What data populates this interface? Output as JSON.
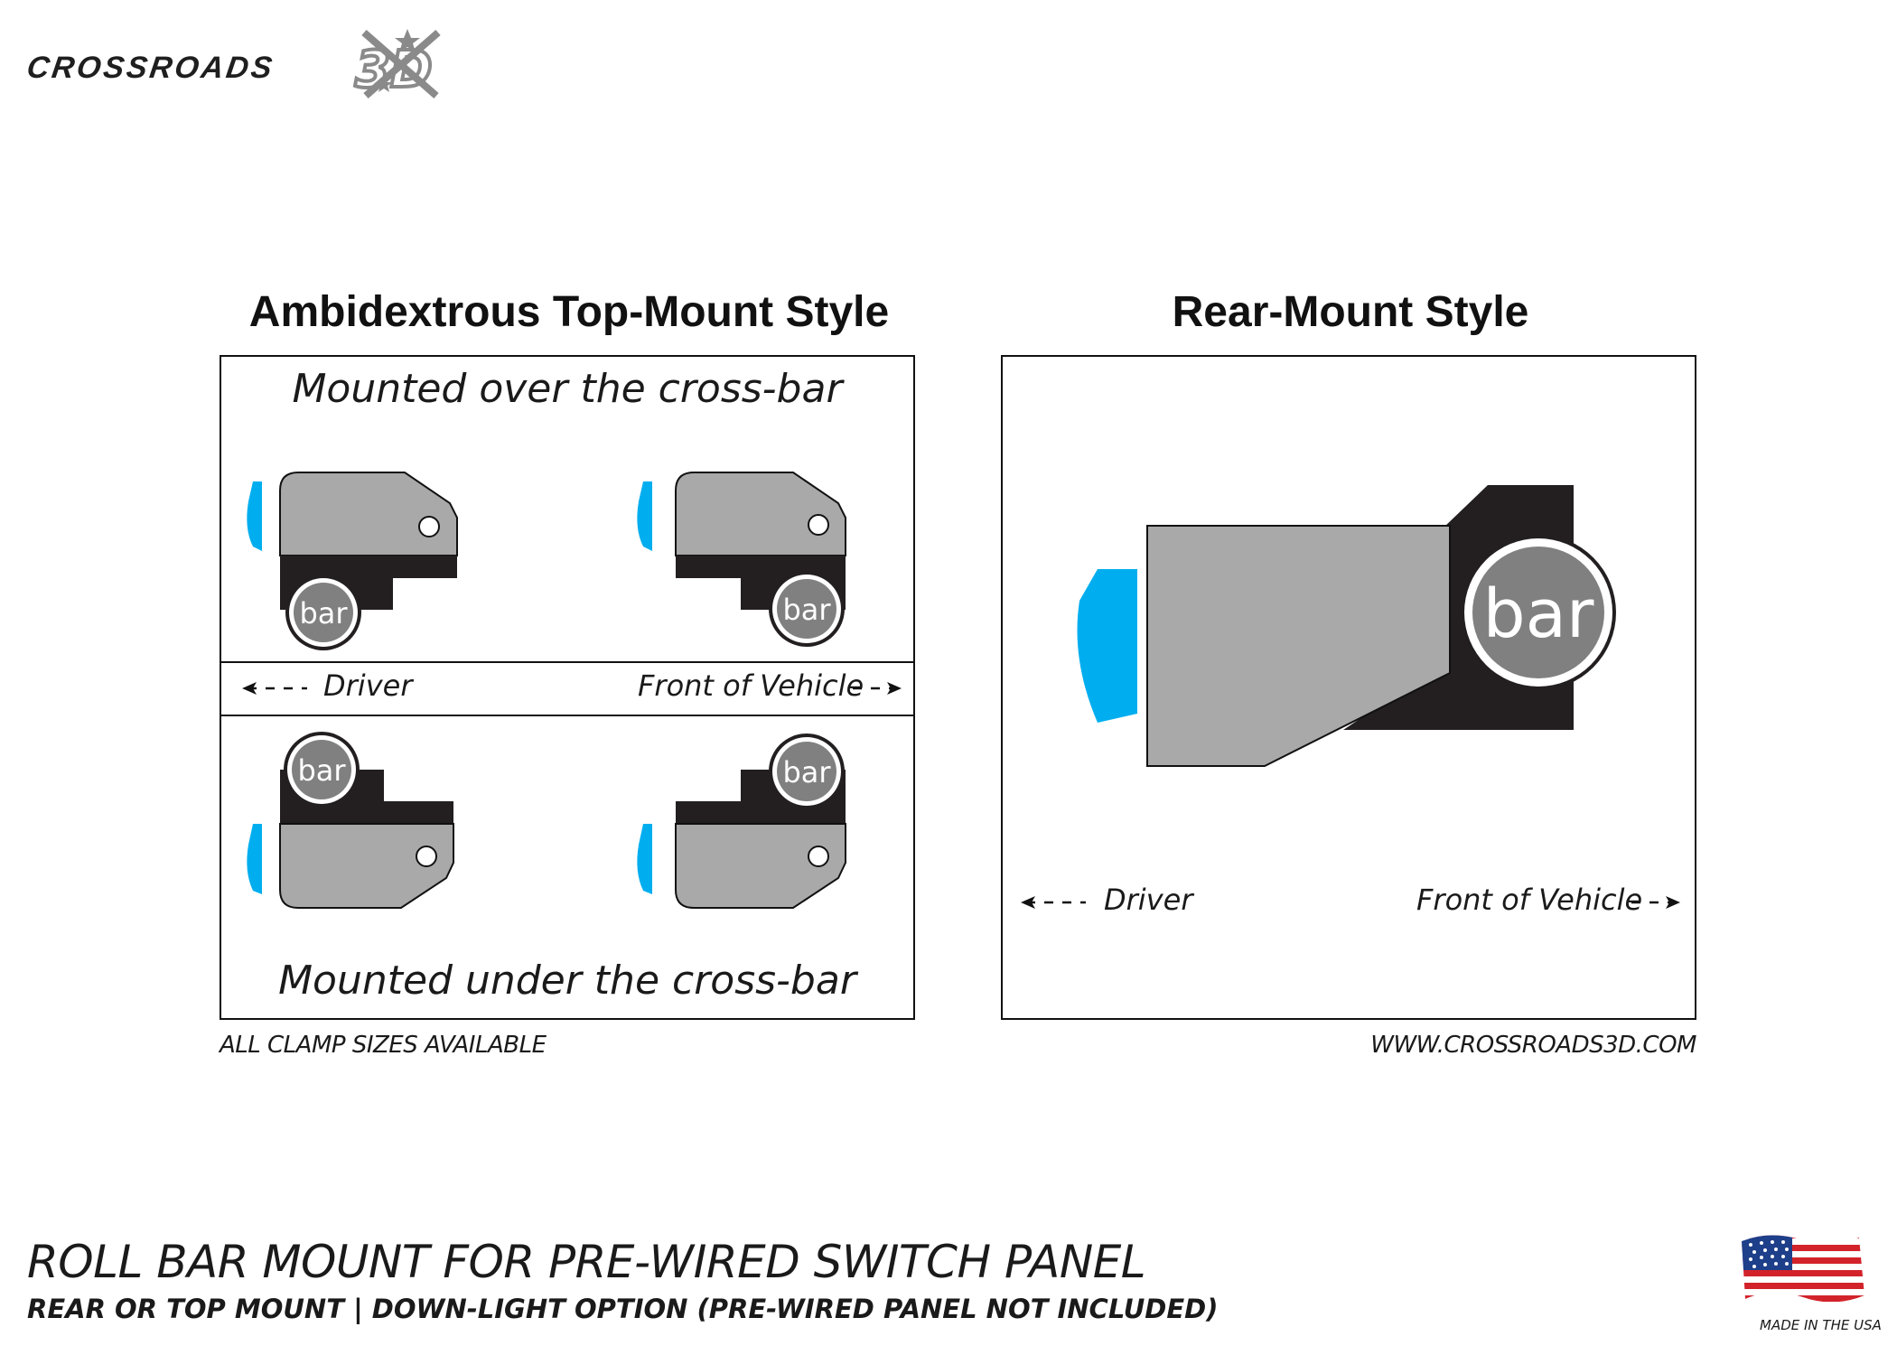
{
  "brand": {
    "wordmark": "CROSSROADS",
    "logo_mark": "3D",
    "logo_icon": "crossed-stars-icon"
  },
  "top_mount": {
    "title": "Ambidextrous Top-Mount Style",
    "over_caption": "Mounted over the cross-bar",
    "under_caption": "Mounted under the cross-bar",
    "driver_label": "Driver",
    "front_label": "Front of Vehicle",
    "bar_label": "bar"
  },
  "rear_mount": {
    "title": "Rear-Mount Style",
    "driver_label": "Driver",
    "front_label": "Front of Vehicle",
    "bar_label": "bar"
  },
  "notes": {
    "clamp_sizes": "ALL CLAMP SIZES AVAILABLE",
    "website": "WWW.CROSSROADS3D.COM"
  },
  "footer": {
    "title": "ROLL BAR MOUNT FOR PRE-WIRED SWITCH PANEL",
    "subtitle": "REAR OR TOP MOUNT | DOWN-LIGHT OPTION  (PRE-WIRED PANEL NOT INCLUDED)",
    "made_in": "MADE IN THE USA",
    "flag_icon": "us-flag-icon"
  },
  "colors": {
    "panel_gray": "#a9a9a9",
    "bracket_black": "#231f20",
    "bar_gray": "#808080",
    "light_blue": "#00aeef"
  }
}
